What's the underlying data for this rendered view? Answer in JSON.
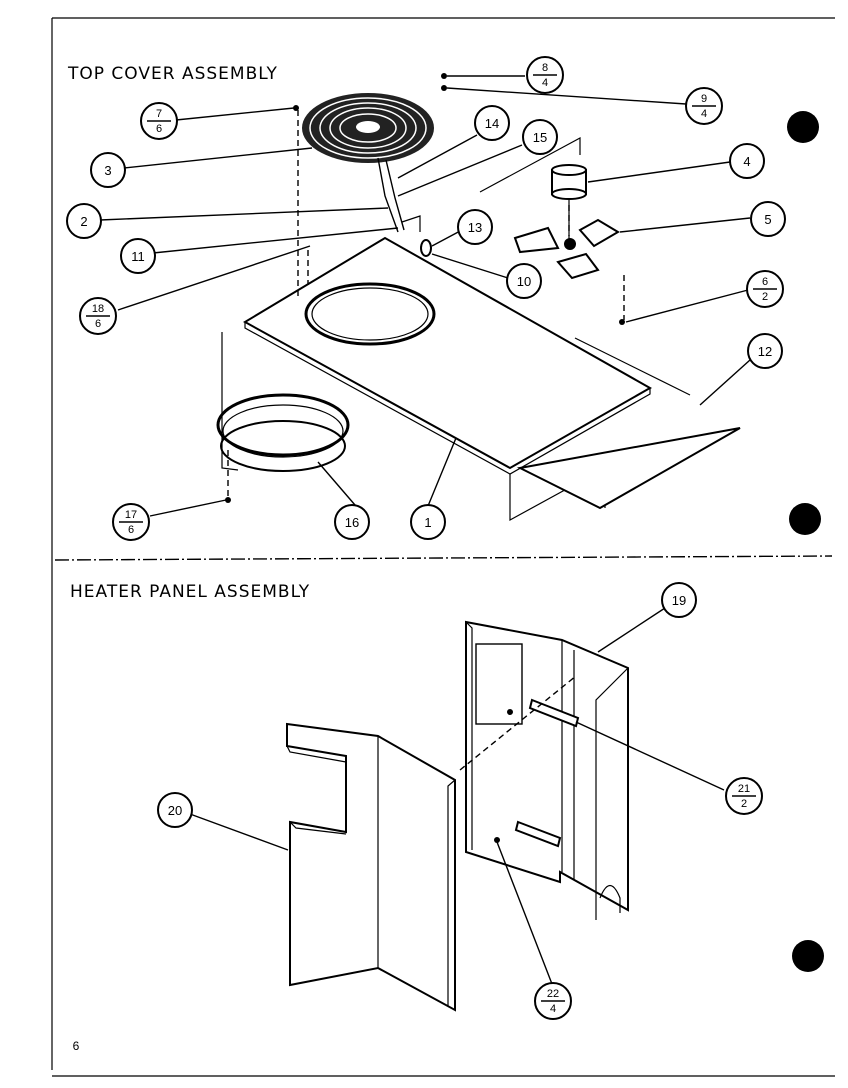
{
  "sections": [
    {
      "id": "top",
      "title": "TOP COVER ASSEMBLY"
    },
    {
      "id": "heater",
      "title": "HEATER PANEL ASSEMBLY"
    }
  ],
  "callouts": [
    {
      "id": "c1",
      "label": "1"
    },
    {
      "id": "c2",
      "label": "2"
    },
    {
      "id": "c3",
      "label": "3"
    },
    {
      "id": "c4",
      "label": "4"
    },
    {
      "id": "c5",
      "label": "5"
    },
    {
      "id": "c10",
      "label": "10"
    },
    {
      "id": "c11",
      "label": "11"
    },
    {
      "id": "c12",
      "label": "12"
    },
    {
      "id": "c13",
      "label": "13"
    },
    {
      "id": "c14",
      "label": "14"
    },
    {
      "id": "c15",
      "label": "15"
    },
    {
      "id": "c16",
      "label": "16"
    },
    {
      "id": "c19",
      "label": "19"
    },
    {
      "id": "c20",
      "label": "20"
    }
  ],
  "fraction_callouts": [
    {
      "id": "f8_4",
      "num": "8",
      "den": "4"
    },
    {
      "id": "f9_4",
      "num": "9",
      "den": "4"
    },
    {
      "id": "f7_6",
      "num": "7",
      "den": "6"
    },
    {
      "id": "f6_2",
      "num": "6",
      "den": "2"
    },
    {
      "id": "f18_6",
      "num": "18",
      "den": "6"
    },
    {
      "id": "f17_6",
      "num": "17",
      "den": "6"
    },
    {
      "id": "f21_2",
      "num": "21",
      "den": "2"
    },
    {
      "id": "f22_4",
      "num": "22",
      "den": "4"
    }
  ],
  "page_number": "6"
}
